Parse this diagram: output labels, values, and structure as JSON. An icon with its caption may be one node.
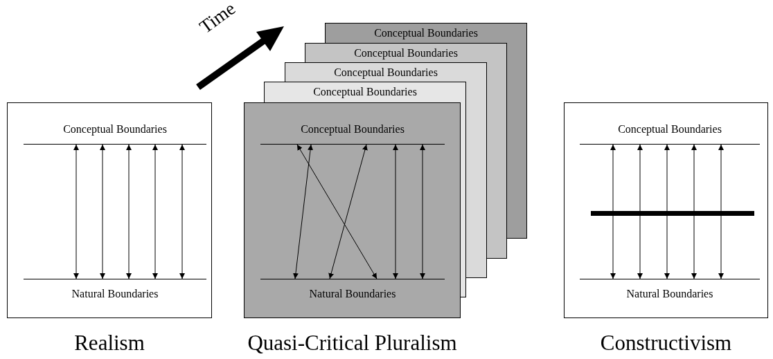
{
  "diagram": {
    "nodes": [
      {
        "text": [],
        "shape": "box",
        "beside": [
          "Realism"
        ]
      },
      {
        "text": [
          "Conceptual Boundaries"
        ],
        "in": 0
      },
      {
        "text": [
          "Natural Boundaries"
        ],
        "in": 0
      },
      {
        "text": [
          "Conceptual Boundaries"
        ]
      },
      {
        "text": [
          "Conceptual Boundaries"
        ]
      },
      {
        "text": [
          "Conceptual Boundaries"
        ]
      },
      {
        "text": [
          "Conceptual Boundaries"
        ]
      },
      {
        "text": [],
        "shape": "box",
        "beside": [
          "Quasi-Critical Pluralism"
        ]
      },
      {
        "text": [
          "Conceptual Boundaries"
        ],
        "in": 7
      },
      {
        "text": [
          "Natural Boundaries"
        ],
        "in": 7
      },
      {
        "text": [],
        "shape": "box",
        "beside": [
          "Constructivism"
        ]
      },
      {
        "text": [
          "Conceptual Boundaries"
        ],
        "in": 10
      },
      {
        "text": [
          "Natural Boundaries"
        ],
        "in": 10
      }
    ],
    "edges": [
      {
        "from": 1,
        "to": 2,
        "arrow": "both"
      },
      {
        "from": 1,
        "to": 2,
        "arrow": "both"
      },
      {
        "from": 1,
        "to": 2,
        "arrow": "both"
      },
      {
        "from": 1,
        "to": 2,
        "arrow": "both"
      },
      {
        "from": 1,
        "to": 2,
        "arrow": "both"
      },
      {
        "from": 8,
        "to": 9,
        "arrow": "both"
      },
      {
        "from": 8,
        "to": 9,
        "arrow": "both"
      },
      {
        "from": 8,
        "to": 9,
        "arrow": "both"
      },
      {
        "from": 8,
        "to": 9,
        "arrow": "both"
      },
      {
        "from": 8,
        "to": 9,
        "arrow": "both"
      },
      {
        "from": 11,
        "to": 12,
        "arrow": "both"
      },
      {
        "from": 11,
        "to": 12,
        "arrow": "both"
      },
      {
        "from": 11,
        "to": 12,
        "arrow": "both"
      },
      {
        "from": 11,
        "to": 12,
        "arrow": "both"
      },
      {
        "from": 11,
        "to": 12,
        "arrow": "both"
      }
    ],
    "labels": [
      "Time"
    ]
  }
}
